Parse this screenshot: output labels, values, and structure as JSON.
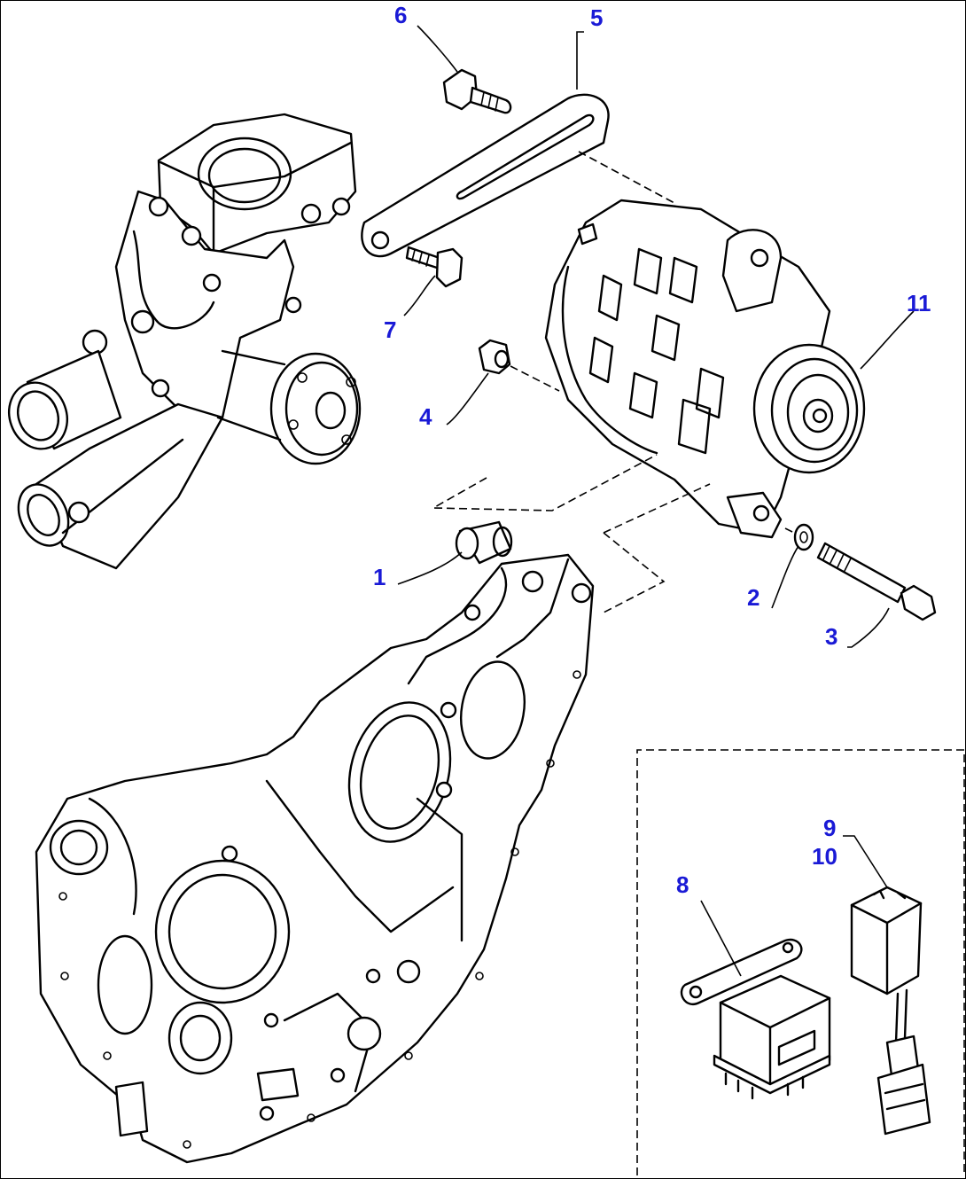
{
  "diagram": {
    "callouts": {
      "c1": "1",
      "c2": "2",
      "c3": "3",
      "c4": "4",
      "c5": "5",
      "c6": "6",
      "c7": "7",
      "c8": "8",
      "c9": "9",
      "c10": "10",
      "c11": "11"
    },
    "colors": {
      "callout": "#1a1ad6",
      "line": "#000000",
      "background": "#ffffff"
    }
  }
}
